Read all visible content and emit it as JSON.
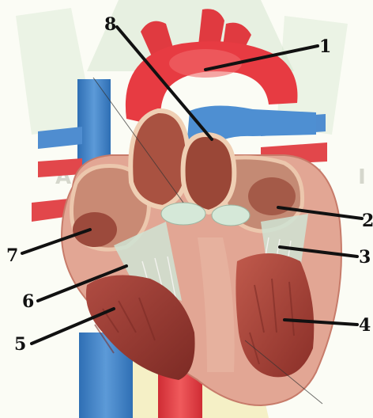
{
  "watermark": {
    "text": "A R - R A N I R Y",
    "colors": {
      "green": "#cfe2c9",
      "yellow": "#f2e7a6"
    }
  },
  "diagram": {
    "subject": "human heart cross-section",
    "labels": [
      {
        "id": "label-1",
        "text": "1"
      },
      {
        "id": "label-2",
        "text": "2"
      },
      {
        "id": "label-3",
        "text": "3"
      },
      {
        "id": "label-4",
        "text": "4"
      },
      {
        "id": "label-5",
        "text": "5"
      },
      {
        "id": "label-6",
        "text": "6"
      },
      {
        "id": "label-7",
        "text": "7"
      },
      {
        "id": "label-8",
        "text": "8"
      }
    ],
    "colors": {
      "artery_red": "#e63b3f",
      "vein_blue": "#4a86c8",
      "muscle": "#d99a8c",
      "chamber_dark": "#8b3b2c",
      "pericardium": "#e7b8a4",
      "valve": "#cfe5d4"
    }
  }
}
